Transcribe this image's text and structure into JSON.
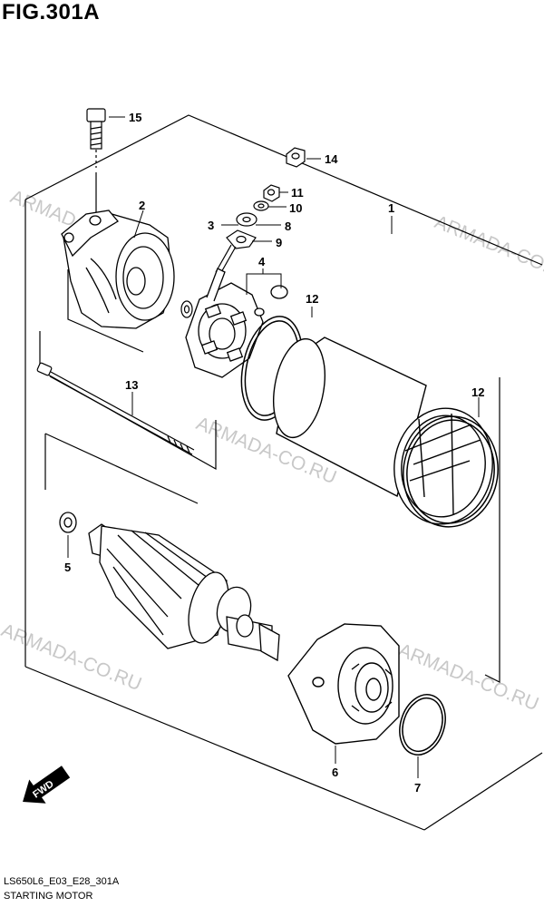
{
  "title": "FIG.301A",
  "watermark": "ARMADA-CO.RU",
  "fwd_label": "FWD",
  "callouts": {
    "p1": "1",
    "p2": "2",
    "p3": "3",
    "p4": "4",
    "p5": "5",
    "p6": "6",
    "p7": "7",
    "p8": "8",
    "p9": "9",
    "p10": "10",
    "p11": "11",
    "p12a": "12",
    "p12b": "12",
    "p13": "13",
    "p14": "14",
    "p15": "15"
  },
  "footer": {
    "code": "LS650L6_E03_E28_301A",
    "name": "STARTING MOTOR"
  }
}
